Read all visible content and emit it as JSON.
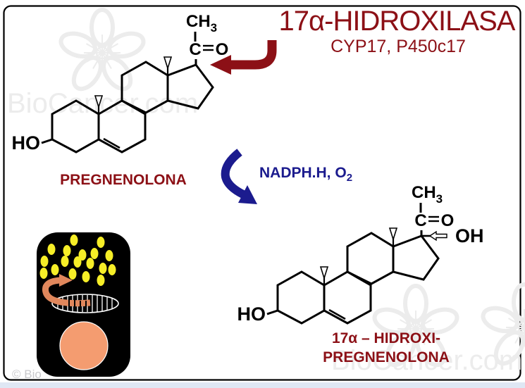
{
  "colors": {
    "dark_red": "#8C1016",
    "navy": "#1B1B8E",
    "ink": "#000000",
    "watermark_gray": "#ececec",
    "copyright_gray": "#c9c9cc",
    "yellow": "#F6EE27",
    "salmon_arrow": "#E0875C",
    "salmon_circle": "#F49C70",
    "outer_strip": "#dfe7f4"
  },
  "enzyme": {
    "title": "17α-HIDROXILASA",
    "subtitle": "CYP17, P450c17"
  },
  "reaction": {
    "cofactor_main": "NADPH.H, O",
    "cofactor_sub": "2"
  },
  "chem_labels": {
    "methyl_main": "CH",
    "methyl_sub": "3",
    "carbonyl_c": "C",
    "carbonyl_o": "O",
    "hydroxyl": "HO",
    "product_oh": "OH"
  },
  "substrate": {
    "name": "PREGNENOLONA"
  },
  "product": {
    "name_line1": "17α – HIDROXI-",
    "name_line2": "PREGNENOLONA"
  },
  "watermark": {
    "site": "BioCancer.com",
    "copyright": "© Bio"
  }
}
